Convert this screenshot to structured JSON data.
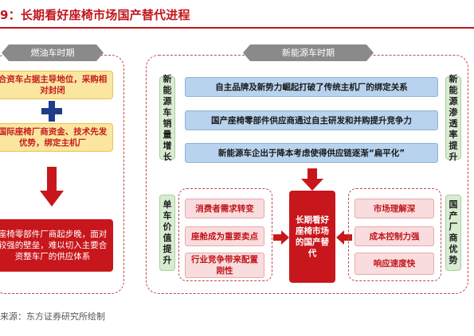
{
  "title": "9：长期看好座椅市场国产替代进程",
  "periods": {
    "left": "燃油车时期",
    "right": "新能源车时期"
  },
  "left_panel": {
    "top_box": "合资车占据主导地位，采购相对封闭",
    "middle_box": "国际座椅厂商资金、技术先发优势，绑定主机厂",
    "result_box": "座椅零部件厂商起步晚，面对较强的壁垒，难以切入主要合资整车厂的供应体系"
  },
  "right_panel": {
    "label_left_top": "新能源车销量增长",
    "label_right_top": "新能源渗透率提升",
    "banners": [
      "自主品牌及新势力崛起打破了传统主机厂的绑定关系",
      "国产座椅零部件供应商通过自主研发和并购提升竞争力",
      "新能源车企出于降本考虑使得供应链逐渐“扁平化”"
    ],
    "label_left_bottom": "单车价值提升",
    "left_items": [
      "消费者需求转变",
      "座舱成为重要卖点",
      "行业竞争带来配置刚性"
    ],
    "center": "长期看好座椅市场的国产替代",
    "right_items": [
      "市场理解深",
      "成本控制力强",
      "响应速度快"
    ],
    "label_right_bottom": "国产厂商优势"
  },
  "source": "来源：东方证券研究所绘制",
  "colors": {
    "accent_red": "#c8171c",
    "yellow_fill": "#fbe6a0",
    "blue_fill": "#b8d3ee",
    "green_fill": "#d8ecd2",
    "pink_fill": "#f9dcdd",
    "tab_gray": "#8a8a8a",
    "plus_navy": "#1f3c88"
  }
}
